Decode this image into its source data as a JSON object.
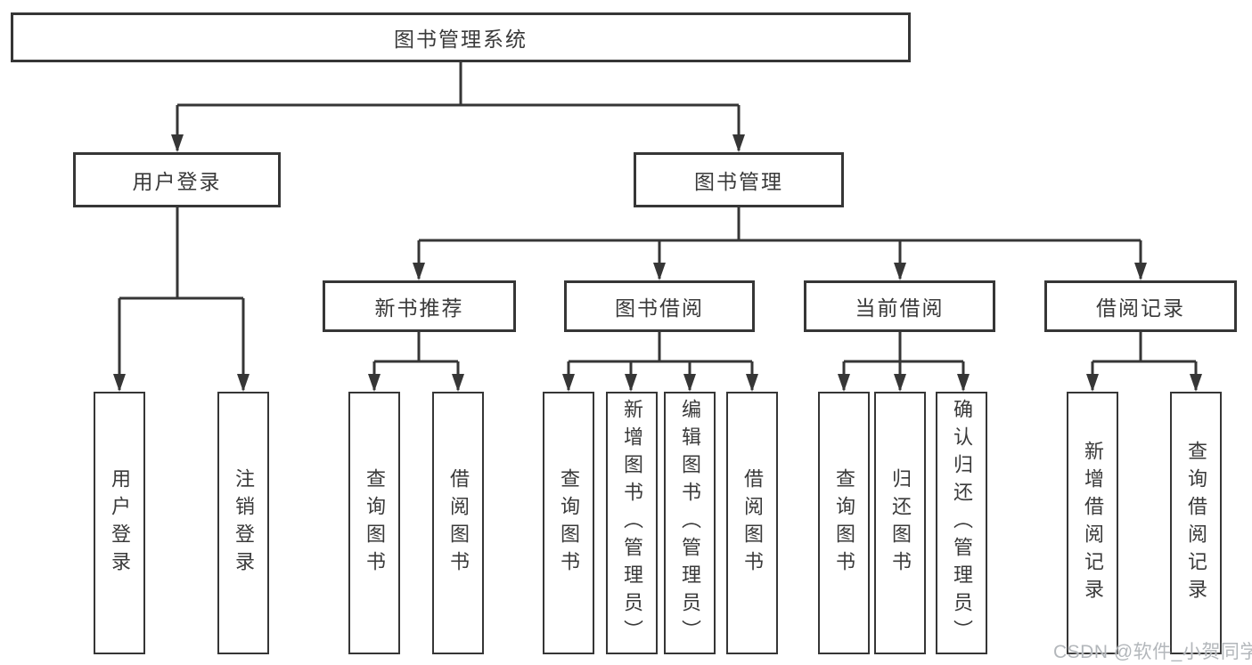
{
  "diagram": {
    "root_label": "图书管理系统",
    "user_login": {
      "label": "用户登录",
      "children": [
        "用户登录",
        "注销登录"
      ]
    },
    "book_management": {
      "label": "图书管理",
      "sections": [
        {
          "label": "新书推荐",
          "children": [
            "查询图书",
            "借阅图书"
          ]
        },
        {
          "label": "图书借阅",
          "children": [
            "查询图书",
            "新增图书（管理员）",
            "编辑图书（管理员）",
            "借阅图书"
          ]
        },
        {
          "label": "当前借阅",
          "children": [
            "查询图书",
            "归还图书",
            "确认归还（管理员）"
          ]
        },
        {
          "label": "借阅记录",
          "children": [
            "新增借阅记录",
            "查询借阅记录"
          ]
        }
      ]
    }
  },
  "watermark": {
    "text": "CSDN @软件_小贺同学"
  },
  "colors": {
    "line": "#363636",
    "box_border": "#363636",
    "box_background": "#ffffff",
    "text": "#3a3a3a",
    "watermark": "#b3b7bb",
    "page_background": "#ffffff"
  }
}
